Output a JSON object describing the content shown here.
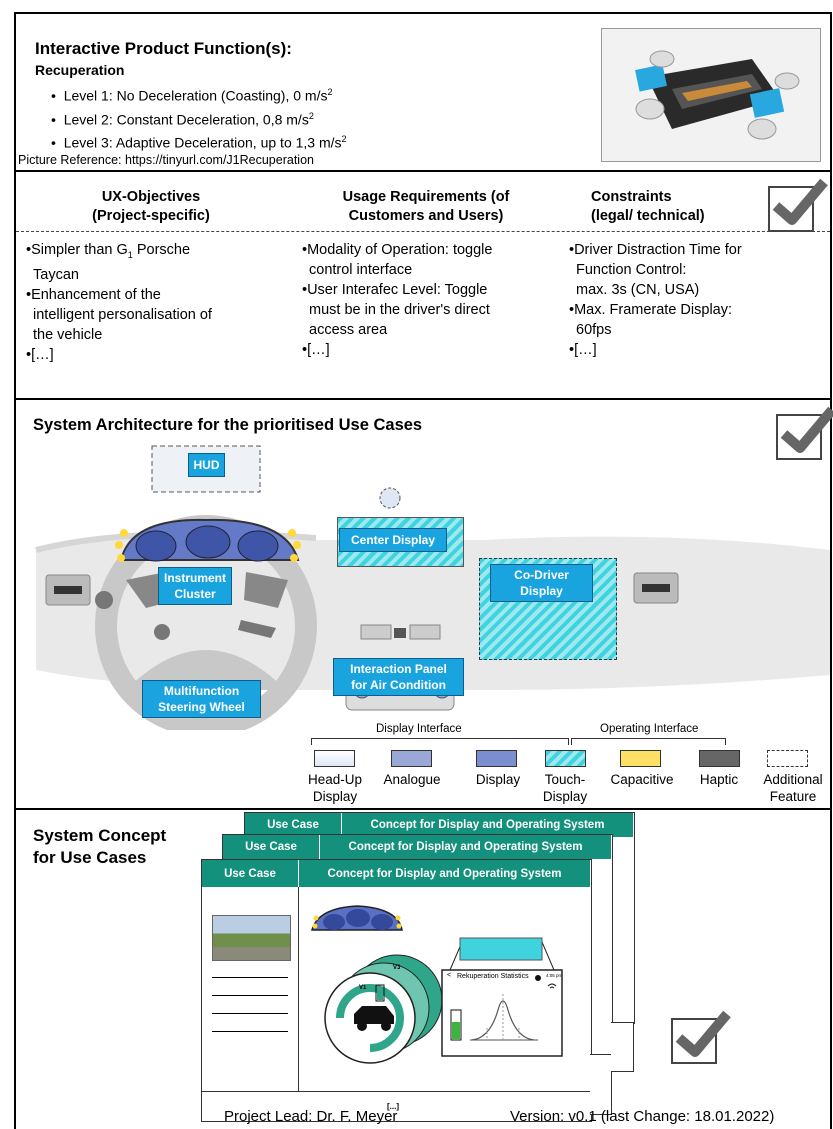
{
  "product": {
    "title": "Interactive Product Function(s):",
    "subtitle": "Recuperation",
    "levels": [
      {
        "text": "Level 1: No Deceleration (Coasting), 0 m/s",
        "sup": "2"
      },
      {
        "text": "Level 2: Constant Deceleration, 0,8 m/s",
        "sup": "2"
      },
      {
        "text": "Level 3: Adaptive Deceleration, up to 1,3 m/s",
        "sup": "2"
      }
    ],
    "picture_reference": "Picture Reference: https://tinyurl.com/J1Recuperation"
  },
  "requirements": {
    "columns": [
      {
        "header": [
          "UX-Objectives",
          "(Project-specific)"
        ],
        "items": [
          "•Simpler than G",
          "Porsche",
          "Taycan",
          "•Enhancement of the",
          "intelligent personalisation of",
          "the vehicle",
          "•[…]"
        ]
      },
      {
        "header": [
          "Usage Requirements (of",
          "Customers and Users)"
        ],
        "items": [
          "•Modality of Operation: toggle",
          "control interface",
          "•User Interafec Level: Toggle",
          "must be in the driver's direct",
          "access area",
          "•[…]"
        ]
      },
      {
        "header": [
          "Constraints",
          "(legal/ technical)"
        ],
        "items": [
          "•Driver Distraction Time for",
          "Function Control:",
          "max. 3s (CN, USA)",
          "•Max. Framerate Display:",
          "60fps",
          "•[…]"
        ]
      }
    ],
    "subscript": "1"
  },
  "architecture": {
    "title": "System Architecture for the prioritised Use Cases",
    "labels": {
      "hud": "HUD",
      "center_display": "Center Display",
      "instrument_cluster": [
        "Instrument",
        "Cluster"
      ],
      "co_driver_display": [
        "Co-Driver",
        "Display"
      ],
      "air_condition": [
        "Interaction Panel",
        "for Air Condition"
      ],
      "steering_wheel": [
        "Multifunction",
        "Steering Wheel"
      ]
    },
    "legend": {
      "display_interface": "Display Interface",
      "operating_interface": "Operating Interface",
      "items": [
        {
          "label": [
            "Head-Up",
            "Display"
          ],
          "color": "#eef4fb"
        },
        {
          "label": [
            "Analogue"
          ],
          "color": "#9aa8d8"
        },
        {
          "label": [
            "Display"
          ],
          "color": "#7b8fd0"
        },
        {
          "label": [
            "Touch-",
            "Display"
          ],
          "color": "#3fd3e0"
        },
        {
          "label": [
            "Capacitive"
          ],
          "color": "#ffe066"
        },
        {
          "label": [
            "Haptic"
          ],
          "color": "#666666"
        },
        {
          "label": [
            "Additional",
            "Feature"
          ],
          "color": "#ffffff"
        }
      ]
    }
  },
  "concept": {
    "title": [
      "System Concept",
      "for Use Cases"
    ],
    "use_case": "Use Case",
    "concept_header": "Concept for Display and Operating System",
    "v1": "V1",
    "v3": "V3",
    "stats_title": "Rekuperation Statistics",
    "stats_time": "4:05 pm",
    "stats_back": "<",
    "ellipsis": "[...]"
  },
  "footer": {
    "project_lead": "Project Lead: Dr. F. Meyer",
    "version": "Version: v0.1 (last Change: 18.01.2022)"
  },
  "colors": {
    "teal": "#13917c",
    "blue_label": "#19a4e0",
    "touch": "#3fd3e0"
  }
}
